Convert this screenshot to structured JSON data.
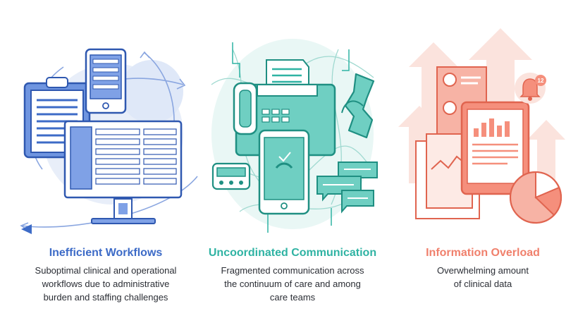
{
  "colors": {
    "blue": "#3d6bc7",
    "teal": "#2fb3a3",
    "coral": "#f0806c",
    "text": "#2a2d34"
  },
  "panels": [
    {
      "title": "Inefficient Workflows",
      "desc_lines": [
        "Suboptimal clinical and operational",
        "workflows due to administrative",
        "burden and staffing challenges"
      ],
      "icons": [
        "clipboard-icon",
        "tablet-icon",
        "desktop-monitor-icon",
        "arrow-icon"
      ]
    },
    {
      "title": "Uncoordinated Communication",
      "desc_lines": [
        "Fragmented communication across",
        "the continuum of care and among",
        "care teams"
      ],
      "icons": [
        "fax-machine-icon",
        "telephone-handset-icon",
        "pager-icon",
        "smartphone-icon",
        "chat-bubble-icon"
      ]
    },
    {
      "title": "Information Overload",
      "desc_lines": [
        "Overwhelming amount",
        "of clinical data"
      ],
      "icons": [
        "document-icon",
        "tablet-chart-icon",
        "bell-notification-icon",
        "pie-chart-icon",
        "up-arrow-icon"
      ],
      "badge": "12"
    }
  ]
}
